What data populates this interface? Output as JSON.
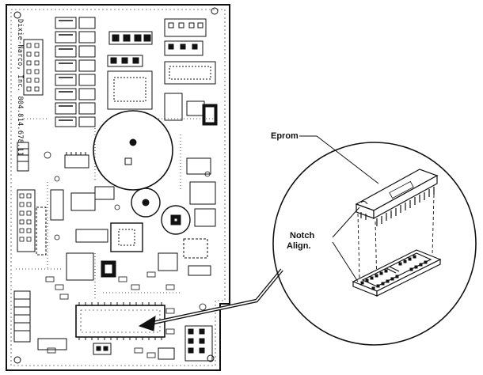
{
  "diagram": {
    "board_maker_text": "Dixie-Narco, Inc. 804.814.678.11",
    "inset_labels": {
      "eprom": "Eprom",
      "notch_line1": "Notch",
      "notch_line2": "Align."
    },
    "colors": {
      "ink": "#111111",
      "paper": "#ffffff",
      "gray": "#9a9a9a"
    }
  }
}
